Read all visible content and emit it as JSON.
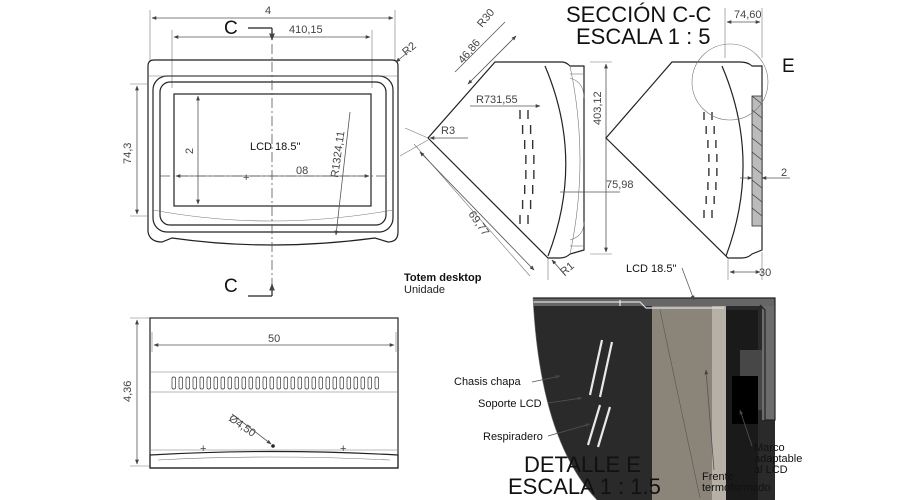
{
  "title_block": {
    "name": "Totem desktop",
    "units": "Unidade"
  },
  "section": {
    "label": "SECCIÓN C-C",
    "scale": "ESCALA 1 : 5",
    "detail_marker": "E"
  },
  "detail": {
    "label": "DETALLE E",
    "scale": "ESCALA 1 : 1.5"
  },
  "section_markers": {
    "top": "C",
    "bottom": "C"
  },
  "front_view": {
    "dims": {
      "top_overall": "4",
      "top_inner": "410,15",
      "height": "74,3",
      "inner_height": "2",
      "inner_width": "08",
      "radius": "R1324,11",
      "corner": "R2"
    },
    "screen_label": "LCD 18.5\""
  },
  "side_view": {
    "dims": {
      "r30": "R30",
      "d4686": "46,86",
      "r731": "R731,55",
      "r3": "R3",
      "d6977": "69,77",
      "r1": "R1",
      "d40312": "403,12",
      "d7598": "75,98"
    }
  },
  "section_view": {
    "dims": {
      "d7460": "74,60",
      "d2": "2",
      "d30": "30"
    },
    "lcd_label": "LCD 18.5\""
  },
  "top_view": {
    "dims": {
      "width": "50",
      "height": "4,36",
      "hole": "Ø4,50"
    }
  },
  "detail_labels": {
    "chassis": "Chasis chapa",
    "lcd_support": "Soporte LCD",
    "vent": "Respiradero",
    "frame_1": "Marco",
    "frame_2": "adaptable",
    "frame_3": "al LCD",
    "front_1": "Frente",
    "front_2": "termoformado"
  }
}
